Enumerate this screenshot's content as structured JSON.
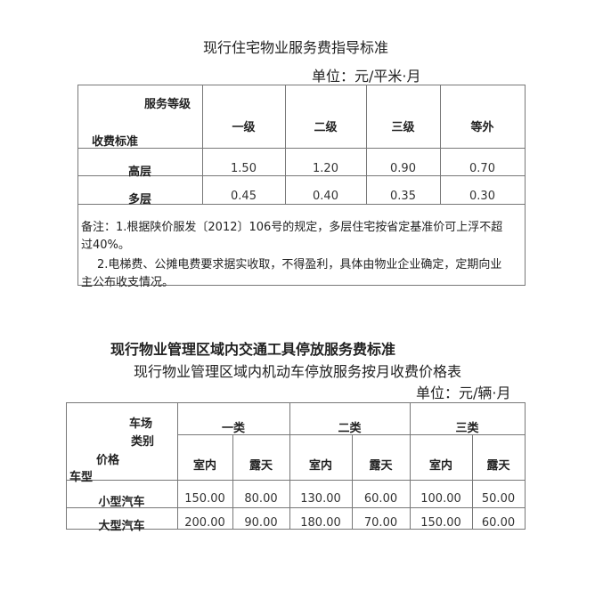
{
  "table1": {
    "title": "现行住宅物业服务费指导标准",
    "unit": "单位：元/平米·月",
    "corner_top": "服务等级",
    "corner_bottom": "收费标准",
    "columns": [
      "一级",
      "二级",
      "三级",
      "等外"
    ],
    "rows": [
      {
        "label": "高层",
        "values": [
          "1.50",
          "1.20",
          "0.90",
          "0.70"
        ]
      },
      {
        "label": "多层",
        "values": [
          "0.45",
          "0.40",
          "0.35",
          "0.30"
        ]
      }
    ],
    "notes": [
      "备注：1.根据陕价服发〔2012〕106号的规定，多层住宅按省定基准价可上浮不超",
      "过40%。",
      "2.电梯费、公摊电费要求据实收取，不得盈利，具体由物业企业确定，定期向业",
      "主公布收支情况。"
    ]
  },
  "table2": {
    "heading": "现行物业管理区域内交通工具停放服务费标准",
    "title": "现行物业管理区域内机动车停放服务按月收费价格表",
    "unit": "单位：元/辆·月",
    "corner": [
      "车场",
      "类别",
      "价格",
      "车型"
    ],
    "groups": [
      "一类",
      "二类",
      "三类"
    ],
    "subcolumns": [
      "室内",
      "露天",
      "室内",
      "露天",
      "室内",
      "露天"
    ],
    "rows": [
      {
        "label": "小型汽车",
        "values": [
          "150.00",
          "80.00",
          "130.00",
          "60.00",
          "100.00",
          "50.00"
        ]
      },
      {
        "label": "大型汽车",
        "values": [
          "200.00",
          "90.00",
          "180.00",
          "70.00",
          "150.00",
          "60.00"
        ]
      }
    ]
  }
}
